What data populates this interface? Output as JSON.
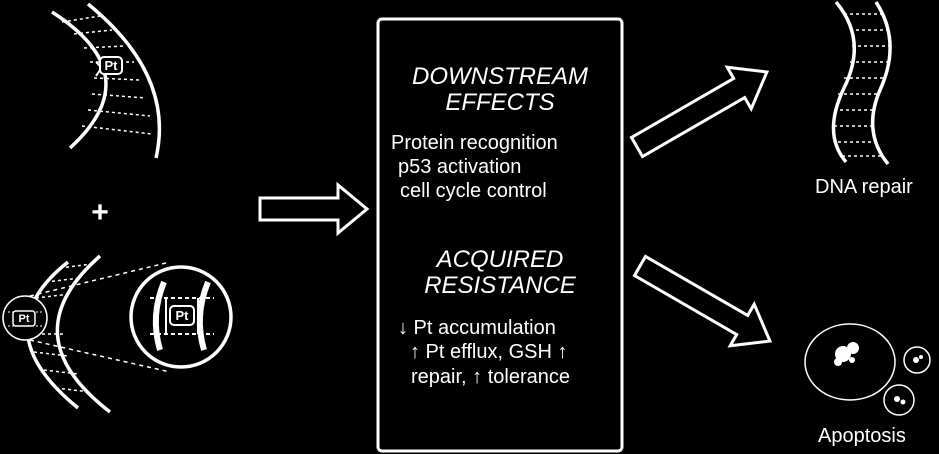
{
  "left": {
    "adduct_label": "Pt",
    "plus_sign": "+"
  },
  "center_box": {
    "downstream": {
      "title_line1": "DOWNSTREAM",
      "title_line2": "EFFECTS",
      "items": [
        "Protein  recognition",
        "p53 activation",
        "cell cycle control"
      ]
    },
    "resistance": {
      "title_line1": "ACQUIRED",
      "title_line2": "RESISTANCE",
      "line1": "↓ Pt accumulation",
      "line2": "↑ Pt efflux, GSH ↑",
      "line3": "repair, ↑ tolerance"
    }
  },
  "outcomes": {
    "repair_label": "DNA repair",
    "apoptosis_label": "Apoptosis"
  },
  "colors": {
    "background": "#000000",
    "foreground": "#ffffff"
  }
}
